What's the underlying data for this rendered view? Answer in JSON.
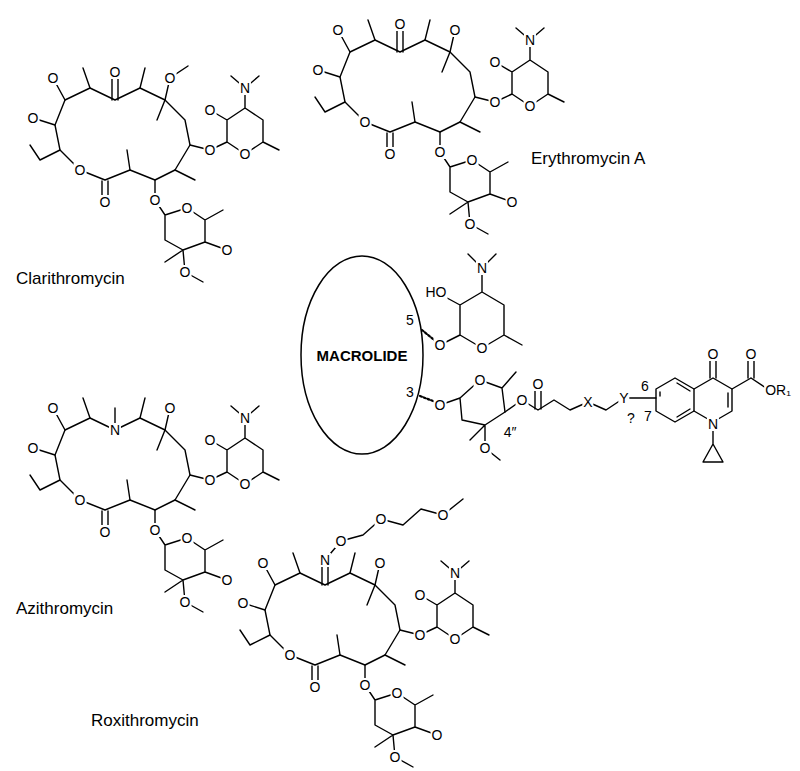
{
  "diagram": {
    "nodes": [
      {
        "text": [
          "MACROLIDE"
        ]
      }
    ],
    "labels": [
      "O",
      "O",
      "O",
      "O",
      "O",
      "O",
      "N",
      "O",
      "O",
      "O",
      "O",
      "O",
      "O",
      "O",
      "Erythromycin A",
      "O",
      "O",
      "O",
      "O",
      "O",
      "O",
      "N",
      "O",
      "O",
      "O",
      "O",
      "O",
      "O",
      "O",
      "Clarithromycin",
      "5",
      "3",
      "O",
      "O",
      "HO",
      "N",
      "O",
      "O",
      "O",
      "4″",
      "O",
      "O",
      "X",
      "Y",
      "6",
      "7",
      "?",
      "O",
      "O",
      "N",
      "OR₁",
      "O",
      "O",
      "O",
      "O",
      "O",
      "O",
      "N",
      "O",
      "O",
      "O",
      "O",
      "O",
      "N",
      "O",
      "Azithromycin",
      "O",
      "O",
      "O",
      "O",
      "O",
      "O",
      "N",
      "O",
      "O",
      "O",
      "O",
      "O",
      "O",
      "N",
      "O",
      "O",
      "O",
      "Roxithromycin"
    ]
  }
}
